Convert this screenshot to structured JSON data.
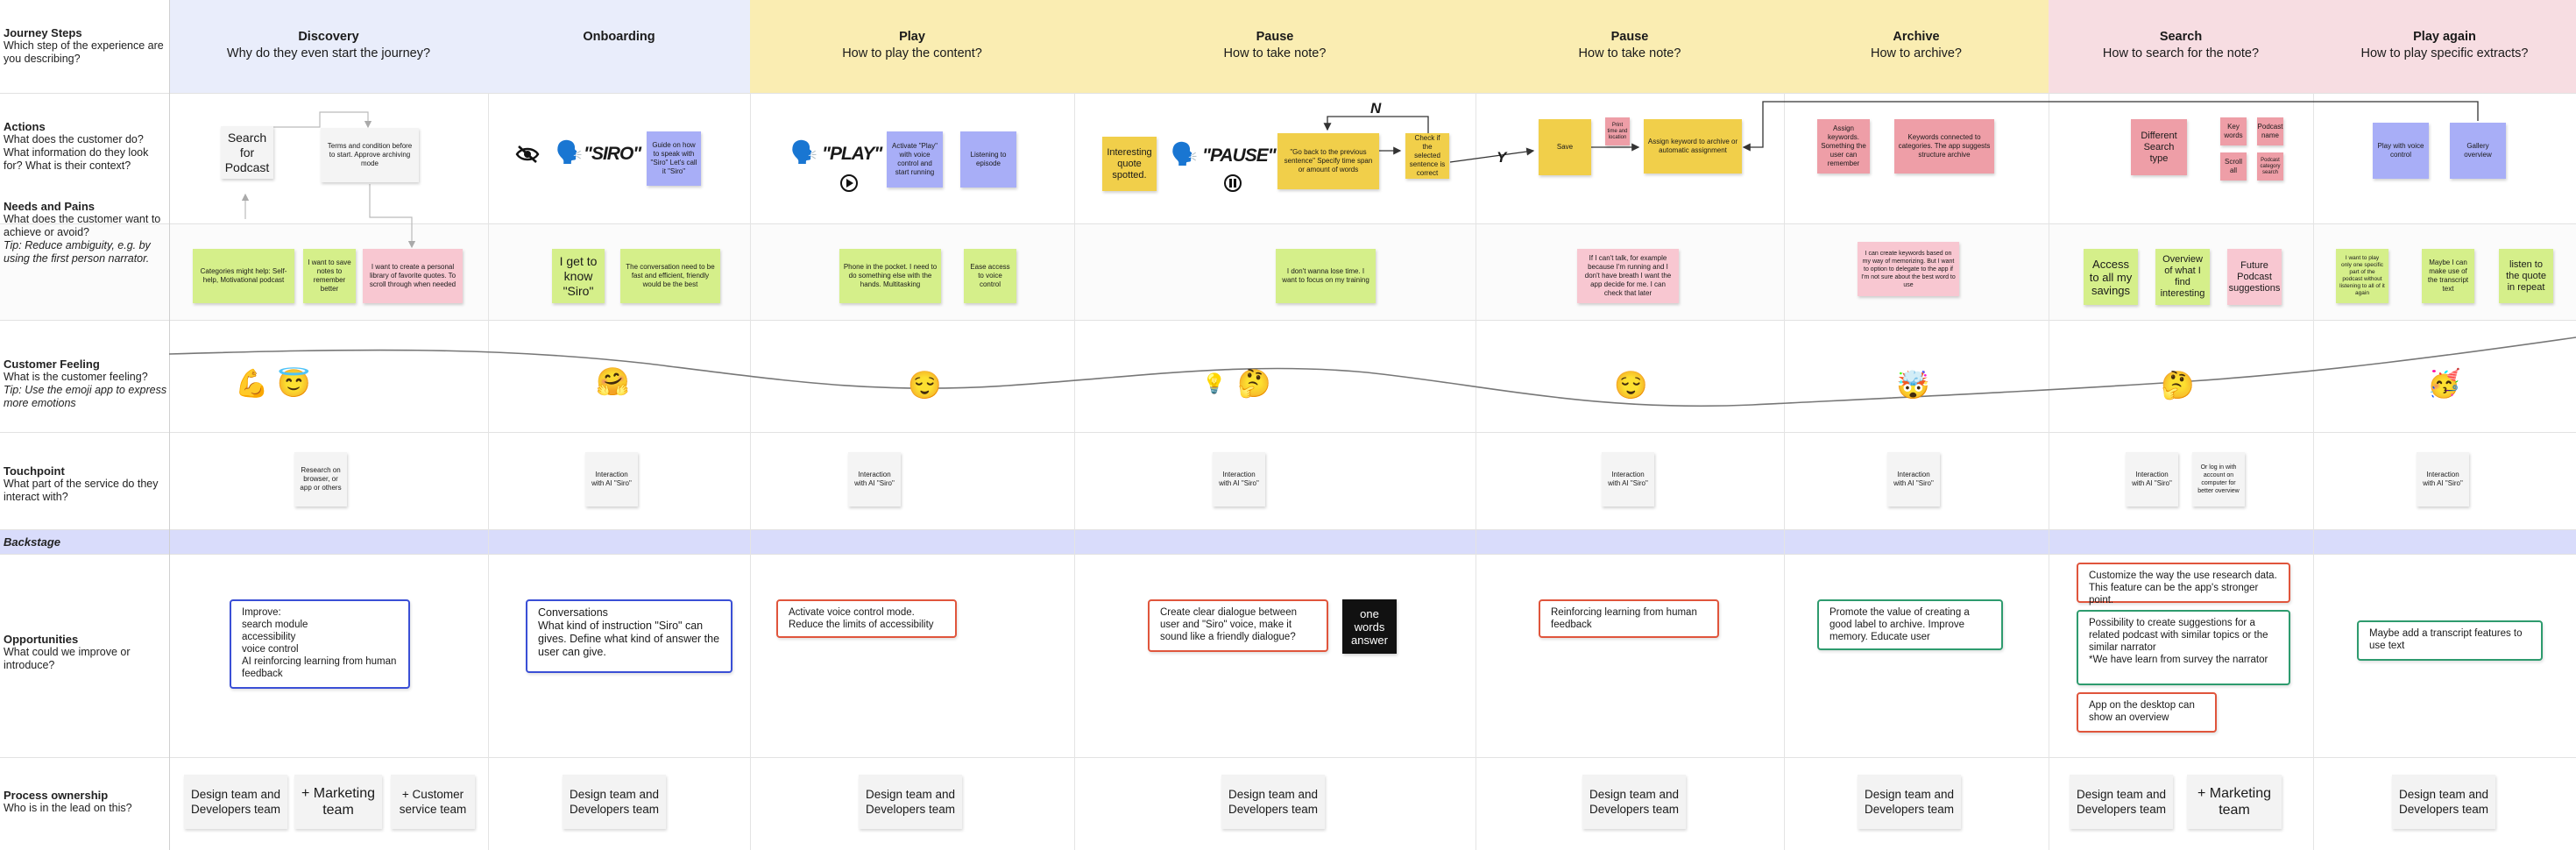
{
  "rows": {
    "journey": {
      "title": "Journey Steps",
      "desc": "Which step of the experience are you describing?"
    },
    "actions": {
      "title": "Actions",
      "desc": "What does the customer do? What information do they look for? What is their context?"
    },
    "needs": {
      "title": "Needs and Pains",
      "desc": "What does the customer want to achieve or avoid?",
      "tip": "Tip: Reduce ambiguity, e.g. by using the first person narrator."
    },
    "feeling": {
      "title": "Customer Feeling",
      "desc": "What is the customer feeling?",
      "tip": "Tip: Use the emoji app to express more emotions"
    },
    "touchpoint": {
      "title": "Touchpoint",
      "desc": "What part of the service do they interact with?"
    },
    "backstage": {
      "title": "Backstage"
    },
    "opportunities": {
      "title": "Opportunities",
      "desc": "What could we improve or introduce?"
    },
    "ownership": {
      "title": "Process ownership",
      "desc": "Who is in the lead on this?"
    }
  },
  "columns": [
    {
      "title": "Discovery",
      "subtitle": "Why do they even start the journey?"
    },
    {
      "title": "Onboarding",
      "subtitle": ""
    },
    {
      "title": "Play",
      "subtitle": "How to play the content?"
    },
    {
      "title": "Pause",
      "subtitle": "How to take note?"
    },
    {
      "title": "Pause",
      "subtitle": "How to take note?"
    },
    {
      "title": "Archive",
      "subtitle": "How to archive?"
    },
    {
      "title": "Search",
      "subtitle": "How to search for the note?"
    },
    {
      "title": "Play again",
      "subtitle": "How to play specific extracts?"
    }
  ],
  "actions": {
    "discovery_search": "Search for Podcast",
    "discovery_terms": "Terms and condition before to start. Approve archiving mode",
    "onboarding_voice": "\"SIRO\"",
    "onboarding_guide": "Guide on how to speak with \"Siro\" Let's call it \"Siro\"",
    "play_voice": "\"PLAY\"",
    "play_activate": "Activate \"Play\" with voice control and start running",
    "play_listening": "Listening to episode",
    "pause_quote": "Interesting quote spotted.",
    "pause_voice": "\"PAUSE\"",
    "pause_goback": "\"Go back to the previous sentence\" Specify time span or amount of words",
    "pause_check": "Check if the selected sentence is correct",
    "pause_n": "N",
    "pause_y": "Y",
    "pause2_save": "Save",
    "pause2_timestamp": "Print time and location",
    "pause2_assign": "Assign keyword to archive or automatic assignment",
    "archive_assign": "Assign keywords. Something the user can remember",
    "archive_keywords": "Keywords connected to categories. The app suggests structure archive",
    "search_type": "Different Search type",
    "search_keywords": "Key words",
    "search_podcast_name": "Podcast name",
    "search_scroll": "Scroll all",
    "search_category": "Podcast category search",
    "playagain_voice": "Play with voice control",
    "playagain_gallery": "Gallery overview"
  },
  "needs": {
    "discovery_1": "Categories might help: Self-help, Motivational podcast",
    "discovery_2": "I want to save notes to remember better",
    "discovery_3": "I want to create a personal library of favorite quotes. To scroll through when needed",
    "onboarding_1": "I get to know \"Siro\"",
    "onboarding_2": "The conversation need to be fast and efficient, friendly would be the best",
    "play_1": "Phone in the pocket. I need to do something else with the hands. Multitasking",
    "play_2": "Ease access to voice control",
    "pause_1": "I don't wanna lose time. I want to focus on my training",
    "pause2_1": "If I can't talk, for example because I'm running and I don't have breath I want the app decide for me. I can check that later",
    "archive_1": "I can create keywords based on my way of memorizing. But I want to option to delegate to the app if I'm not sure about the best word to use",
    "search_1": "Access to all my savings",
    "search_2": "Overview of what I find interesting",
    "search_3": "Future Podcast suggestions",
    "playagain_1": "I want to play only one specific part of the podcast without listening to all of it again",
    "playagain_2": "Maybe I can make use of the transcript text",
    "playagain_3": "listen to the quote in repeat"
  },
  "feelings": {
    "discovery_1": "💪",
    "discovery_2": "😇",
    "onboarding": "🤗",
    "play": "😌",
    "pause_1": "💡",
    "pause_2": "🤔",
    "pause2": "😌",
    "archive": "🤯",
    "search": "🤔",
    "playagain": "🥳"
  },
  "touchpoints": {
    "discovery": "Research on browser, or app or others",
    "onboarding": "Interaction with AI \"Siro\"",
    "play": "Interaction with AI \"Siro\"",
    "pause": "Interaction with AI \"Siro\"",
    "pause2": "Interaction with AI \"Siro\"",
    "archive": "Interaction with AI \"Siro\"",
    "search_1": "Interaction with AI \"Siro\"",
    "search_2": "Or log in with account on computer for better overview",
    "playagain": "Interaction with AI \"Siro\""
  },
  "opportunities": {
    "discovery": "Improve:\nsearch module\naccessibility\nvoice control\nAI reinforcing learning from human feedback",
    "onboarding": "Conversations\nWhat kind of instruction \"Siro\" can gives. Define what kind of answer the user can give.",
    "play": "Activate voice control mode.\nReduce the limits of accessibility",
    "pause": "Create clear dialogue between user and \"Siro\" voice, make it sound like a friendly dialogue?",
    "pause_black": "one words answer",
    "pause2": "Reinforcing learning from human feedback",
    "archive": "Promote the value of creating a good label to archive. Improve memory. Educate user",
    "search_1": "Customize the way the use research data. This feature can be the app's stronger point.",
    "search_2": "Possibility to create suggestions for a related podcast with similar topics or the similar narrator\n*We have learn from survey  the narrator",
    "search_3": "App on the desktop can show an overview",
    "playagain": "Maybe add a transcript features to use text"
  },
  "ownership": {
    "discovery_1": "Design team and Developers team",
    "discovery_2": "+ Marketing team",
    "discovery_3": "+ Customer service team",
    "onboarding": "Design team and Developers team",
    "play": "Design team and Developers team",
    "pause": "Design team and Developers team",
    "pause2": "Design team and Developers team",
    "archive": "Design team and Developers team",
    "search_1": "Design team and Developers team",
    "search_2": "+ Marketing team",
    "playagain": "Design team and Developers team"
  },
  "colors": {
    "col_blue": "#e9edfb",
    "col_yellow": "#faedb2",
    "col_pink": "#f7dde2",
    "backstage": "#d9dcfb"
  }
}
